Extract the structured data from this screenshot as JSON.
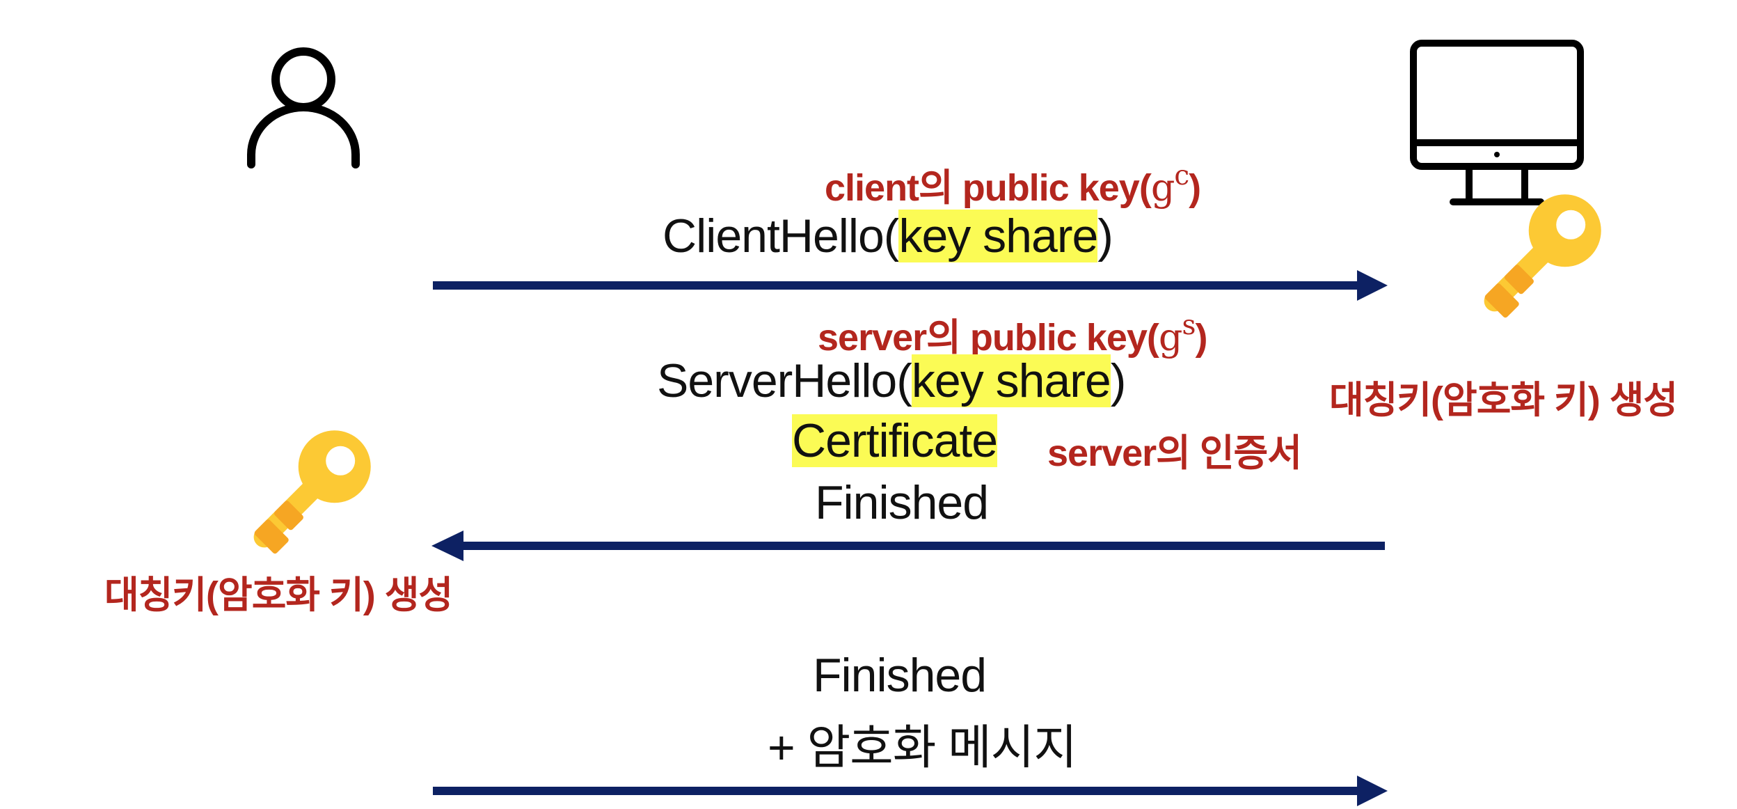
{
  "icons": {
    "client": "user-icon",
    "server": "desktop-monitor-icon",
    "server_key": "key-icon",
    "client_key": "key-icon"
  },
  "colors": {
    "arrow": "#0d2163",
    "annotation": "#b3261e",
    "highlight": "#fbfb55",
    "text": "#111111",
    "key_gold": "#fcc934"
  },
  "message1": {
    "note": "client의 public key(",
    "note_sym": "g",
    "note_sup": "c",
    "note_close": ")",
    "name": "ClientHello(",
    "highlight": "key share",
    "close": ")"
  },
  "message2": {
    "note": "server의 public key(",
    "note_sym": "g",
    "note_sup": "s",
    "note_close": ")",
    "name": "ServerHello(",
    "highlight": "key share",
    "close": ")",
    "certificate": "Certificate",
    "certificate_note": "server의 인증서",
    "finished": "Finished"
  },
  "server_key_label": "대칭키(암호화 키) 생성",
  "client_key_label": "대칭키(암호화 키) 생성",
  "message3": {
    "line1": "Finished",
    "line2": "+ 암호화 메시지"
  }
}
